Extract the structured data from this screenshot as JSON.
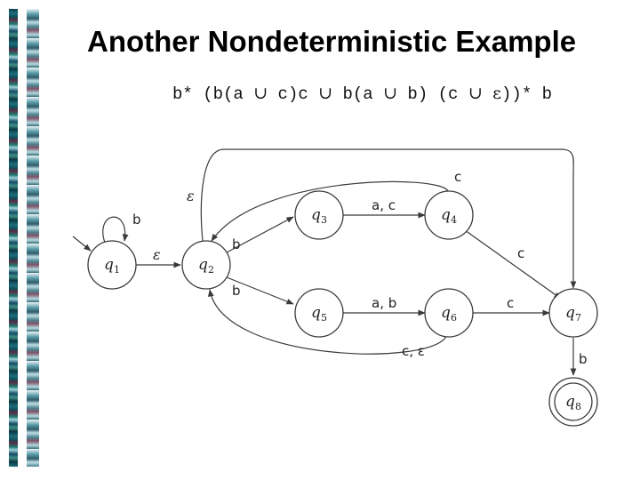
{
  "slide": {
    "title": "Another Nondeterministic Example",
    "regex": {
      "p1": "b* (b(a ",
      "u1": "∪",
      "p2": " c)c ",
      "u2": "∪",
      "p3": " b(a ",
      "u3": "∪",
      "p4": " b) (c ",
      "u4": "∪",
      "p5": " ",
      "eps": "ε",
      "p6": "))* b"
    }
  },
  "automaton": {
    "states": [
      {
        "name": "q",
        "sub": "1",
        "start": true,
        "accept": false
      },
      {
        "name": "q",
        "sub": "2",
        "start": false,
        "accept": false
      },
      {
        "name": "q",
        "sub": "3",
        "start": false,
        "accept": false
      },
      {
        "name": "q",
        "sub": "4",
        "start": false,
        "accept": false
      },
      {
        "name": "q",
        "sub": "5",
        "start": false,
        "accept": false
      },
      {
        "name": "q",
        "sub": "6",
        "start": false,
        "accept": false
      },
      {
        "name": "q",
        "sub": "7",
        "start": false,
        "accept": false
      },
      {
        "name": "q",
        "sub": "8",
        "start": false,
        "accept": true
      }
    ],
    "transitions": [
      {
        "from": "q1",
        "to": "q1",
        "label": "b"
      },
      {
        "from": "q1",
        "to": "q2",
        "label": "ε"
      },
      {
        "from": "q2",
        "to": "q3",
        "label": "b"
      },
      {
        "from": "q2",
        "to": "q5",
        "label": "b"
      },
      {
        "from": "q3",
        "to": "q4",
        "label": "a, c"
      },
      {
        "from": "q4",
        "to": "q2",
        "label": "c"
      },
      {
        "from": "q4",
        "to": "q7",
        "label": "c"
      },
      {
        "from": "q5",
        "to": "q6",
        "label": "a, b"
      },
      {
        "from": "q6",
        "to": "q7",
        "label": "c"
      },
      {
        "from": "q6",
        "to": "q2",
        "label": "c, ε"
      },
      {
        "from": "q2",
        "to": "q7",
        "label": "ε"
      },
      {
        "from": "q7",
        "to": "q8",
        "label": "b"
      }
    ]
  }
}
